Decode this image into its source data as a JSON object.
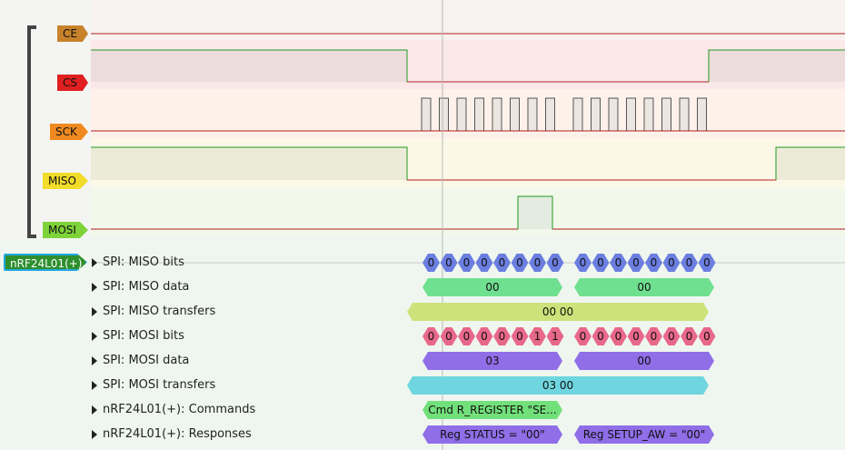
{
  "channels": [
    {
      "label": "CE",
      "fill": "#c8822a",
      "border": "#7a4a10"
    },
    {
      "label": "CS",
      "fill": "#e02020",
      "border": "#8a0d0d"
    },
    {
      "label": "SCK",
      "fill": "#f08a20",
      "border": "#9a5210"
    },
    {
      "label": "MISO",
      "fill": "#f2dc2a",
      "border": "#8f7f10"
    },
    {
      "label": "MOSI",
      "fill": "#7ed33a",
      "border": "#3f7a15"
    }
  ],
  "decoder": {
    "label": "nRF24L01(+)"
  },
  "rows": [
    {
      "label": "SPI: MISO bits"
    },
    {
      "label": "SPI: MISO data"
    },
    {
      "label": "SPI: MISO transfers"
    },
    {
      "label": "SPI: MOSI bits"
    },
    {
      "label": "SPI: MOSI data"
    },
    {
      "label": "SPI: MOSI transfers"
    },
    {
      "label": "nRF24L01(+): Commands"
    },
    {
      "label": "nRF24L01(+): Responses"
    }
  ],
  "annotations": {
    "miso_bits": [
      "0",
      "0",
      "0",
      "0",
      "0",
      "0",
      "0",
      "0",
      "0",
      "0",
      "0",
      "0",
      "0",
      "0",
      "0",
      "0"
    ],
    "miso_data": [
      "00",
      "00"
    ],
    "miso_transfers": "00 00",
    "mosi_bits": [
      "0",
      "0",
      "0",
      "0",
      "0",
      "0",
      "1",
      "1",
      "0",
      "0",
      "0",
      "0",
      "0",
      "0",
      "0",
      "0"
    ],
    "mosi_data": [
      "03",
      "00"
    ],
    "mosi_transfers": "03 00",
    "commands": "Cmd R_REGISTER \"SE...",
    "responses": [
      "Reg STATUS = \"00\"",
      "Reg SETUP_AW = \"00\""
    ]
  },
  "colors": {
    "miso_bits": "#6b7ee0",
    "miso_data": "#6fe08f",
    "miso_transfers": "#cde27a",
    "mosi_bits": "#e8688a",
    "mosi_data": "#8f6ee8",
    "mosi_transfers": "#6fd6e0",
    "commands": "#72e07a",
    "responses": "#8f6ee8"
  }
}
